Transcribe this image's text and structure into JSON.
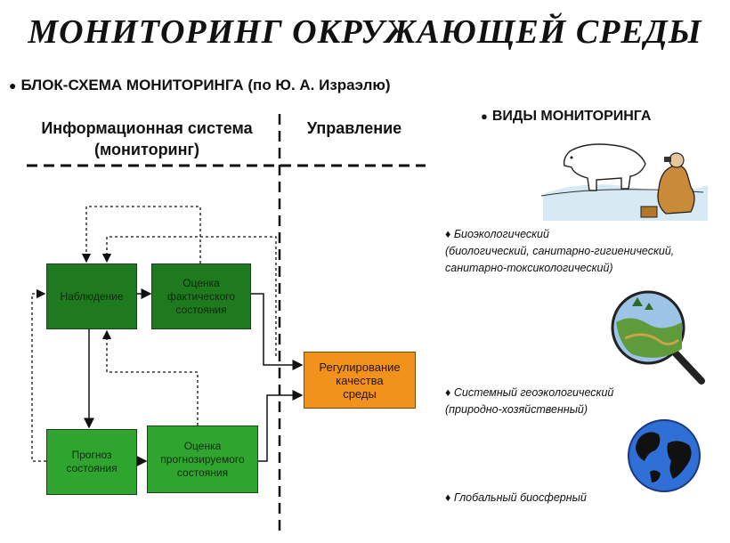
{
  "title": "МОНИТОРИНГ ОКРУЖАЮЩЕЙ СРЕДЫ",
  "flowchart": {
    "heading_bullet": "●",
    "heading": "БЛОК-СХЕМА МОНИТОРИНГА (по Ю. А. Израэлю)",
    "column_info": "Информационная система\n(мониторинг)",
    "column_management": "Управление",
    "boxes": {
      "observation": "Наблюдение",
      "actual_state": "Оценка\nфактического\nсостояния",
      "regulation": "Регулирование\nкачества\nсреды",
      "forecast": "Прогноз\nсостояния",
      "forecast_evaluation": "Оценка\nпрогнозируемого\nсостояния"
    },
    "colors": {
      "dark_green": "#1f7a1f",
      "green": "#2fa52f",
      "orange": "#f0921c"
    }
  },
  "kinds": {
    "heading_bullet": "●",
    "heading": "ВИДЫ МОНИТОРИНГА",
    "items": [
      {
        "label": "♦ Биоэкологический\n(биологический, санитарно-гигиенический,\nсанитарно-токсикологический)",
        "icon": "polar-bear-observer-illustration"
      },
      {
        "label": "♦ Системный геоэкологический\n(природно-хозяйственный)",
        "icon": "magnifier-landscape-illustration"
      },
      {
        "label": "♦ Глобальный биосферный",
        "icon": "globe-illustration"
      }
    ]
  }
}
